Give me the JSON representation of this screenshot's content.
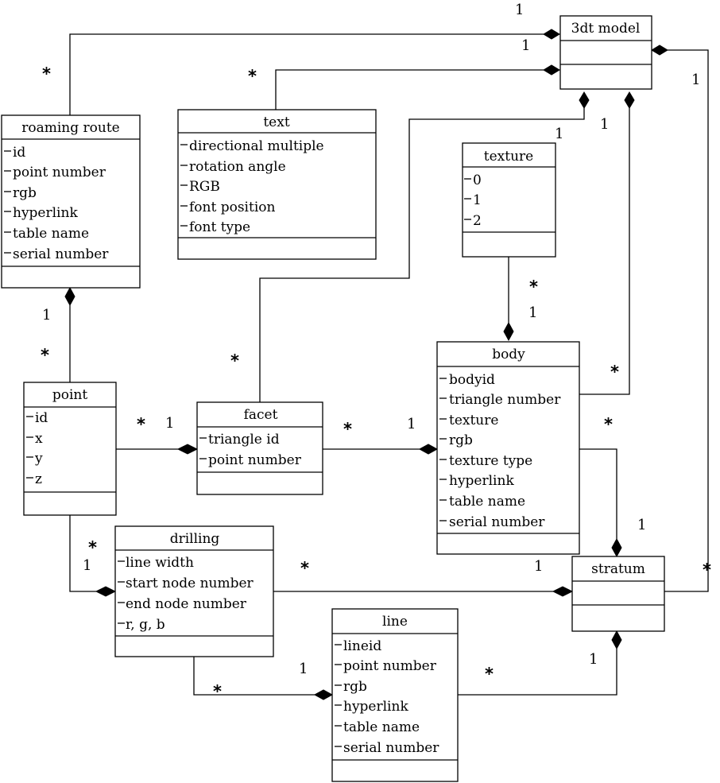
{
  "classes": {
    "model": {
      "name": "3dt model",
      "attributes": []
    },
    "route": {
      "name": "roaming route",
      "attributes": [
        "id",
        "point number",
        "rgb",
        "hyperlink",
        "table name",
        "serial number"
      ]
    },
    "text": {
      "name": "text",
      "attributes": [
        "directional multiple",
        "rotation angle",
        "RGB",
        "font position",
        "font type"
      ]
    },
    "texture": {
      "name": "texture",
      "attributes": [
        "0",
        "1",
        "2"
      ]
    },
    "body": {
      "name": "body",
      "attributes": [
        "bodyid",
        "triangle number",
        "texture",
        "rgb",
        "texture type",
        "hyperlink",
        "table name",
        "serial number"
      ]
    },
    "point": {
      "name": "point",
      "attributes": [
        "id",
        "x",
        "y",
        "z"
      ]
    },
    "facet": {
      "name": "facet",
      "attributes": [
        "triangle id",
        "point number"
      ]
    },
    "drilling": {
      "name": "drilling",
      "attributes": [
        "line width",
        "start node number",
        "end node number",
        "r, g, b"
      ]
    },
    "stratum": {
      "name": "stratum",
      "attributes": []
    },
    "line": {
      "name": "line",
      "attributes": [
        "lineid",
        "point number",
        "rgb",
        "hyperlink",
        "table name",
        "serial number"
      ]
    }
  },
  "relationships": [
    {
      "whole": "3dt model",
      "part": "roaming route",
      "whole_mult": "1",
      "part_mult": "*"
    },
    {
      "whole": "3dt model",
      "part": "text",
      "whole_mult": "1",
      "part_mult": "*"
    },
    {
      "whole": "3dt model",
      "part": "facet",
      "whole_mult": "1",
      "part_mult": "*"
    },
    {
      "whole": "3dt model",
      "part": "body",
      "whole_mult": "1",
      "part_mult": "*"
    },
    {
      "whole": "3dt model",
      "part": "stratum",
      "whole_mult": "1",
      "part_mult": "*"
    },
    {
      "whole": "roaming route",
      "part": "point",
      "whole_mult": "1",
      "part_mult": "*"
    },
    {
      "whole": "body",
      "part": "texture",
      "whole_mult": "1",
      "part_mult": "*"
    },
    {
      "whole": "facet",
      "part": "point",
      "whole_mult": "1",
      "part_mult": "*"
    },
    {
      "whole": "body",
      "part": "facet",
      "whole_mult": "1",
      "part_mult": "*"
    },
    {
      "whole": "stratum",
      "part": "body",
      "whole_mult": "1",
      "part_mult": "*"
    },
    {
      "whole": "drilling",
      "part": "point",
      "whole_mult": "1",
      "part_mult": "*"
    },
    {
      "whole": "stratum",
      "part": "drilling",
      "whole_mult": "1",
      "part_mult": "*"
    },
    {
      "whole": "line",
      "part": "drilling",
      "whole_mult": "1",
      "part_mult": "*"
    },
    {
      "whole": "stratum",
      "part": "line",
      "whole_mult": "1",
      "part_mult": "*"
    }
  ],
  "labels": {
    "top_1": "1",
    "route_star": "*",
    "text_1": "1",
    "text_star": "*",
    "stratum_model_1": "1",
    "facet_model_1": "1",
    "body_model_1": "1",
    "texture_star": "*",
    "texture_body_1": "1",
    "route_point_1": "1",
    "route_point_star": "*",
    "facet_model_star": "*",
    "body_model_star": "*",
    "point_facet_star": "*",
    "point_facet_1": "1",
    "facet_body_star": "*",
    "facet_body_1": "1",
    "body_stratum_star": "*",
    "body_stratum_1": "1",
    "point_drilling_star": "*",
    "point_drilling_1": "1",
    "drilling_stratum_star": "*",
    "drilling_stratum_1": "1",
    "stratum_model_star": "*",
    "drilling_line_1": "1",
    "drilling_line_star": "*",
    "line_stratum_star": "*",
    "line_stratum_1": "1"
  }
}
